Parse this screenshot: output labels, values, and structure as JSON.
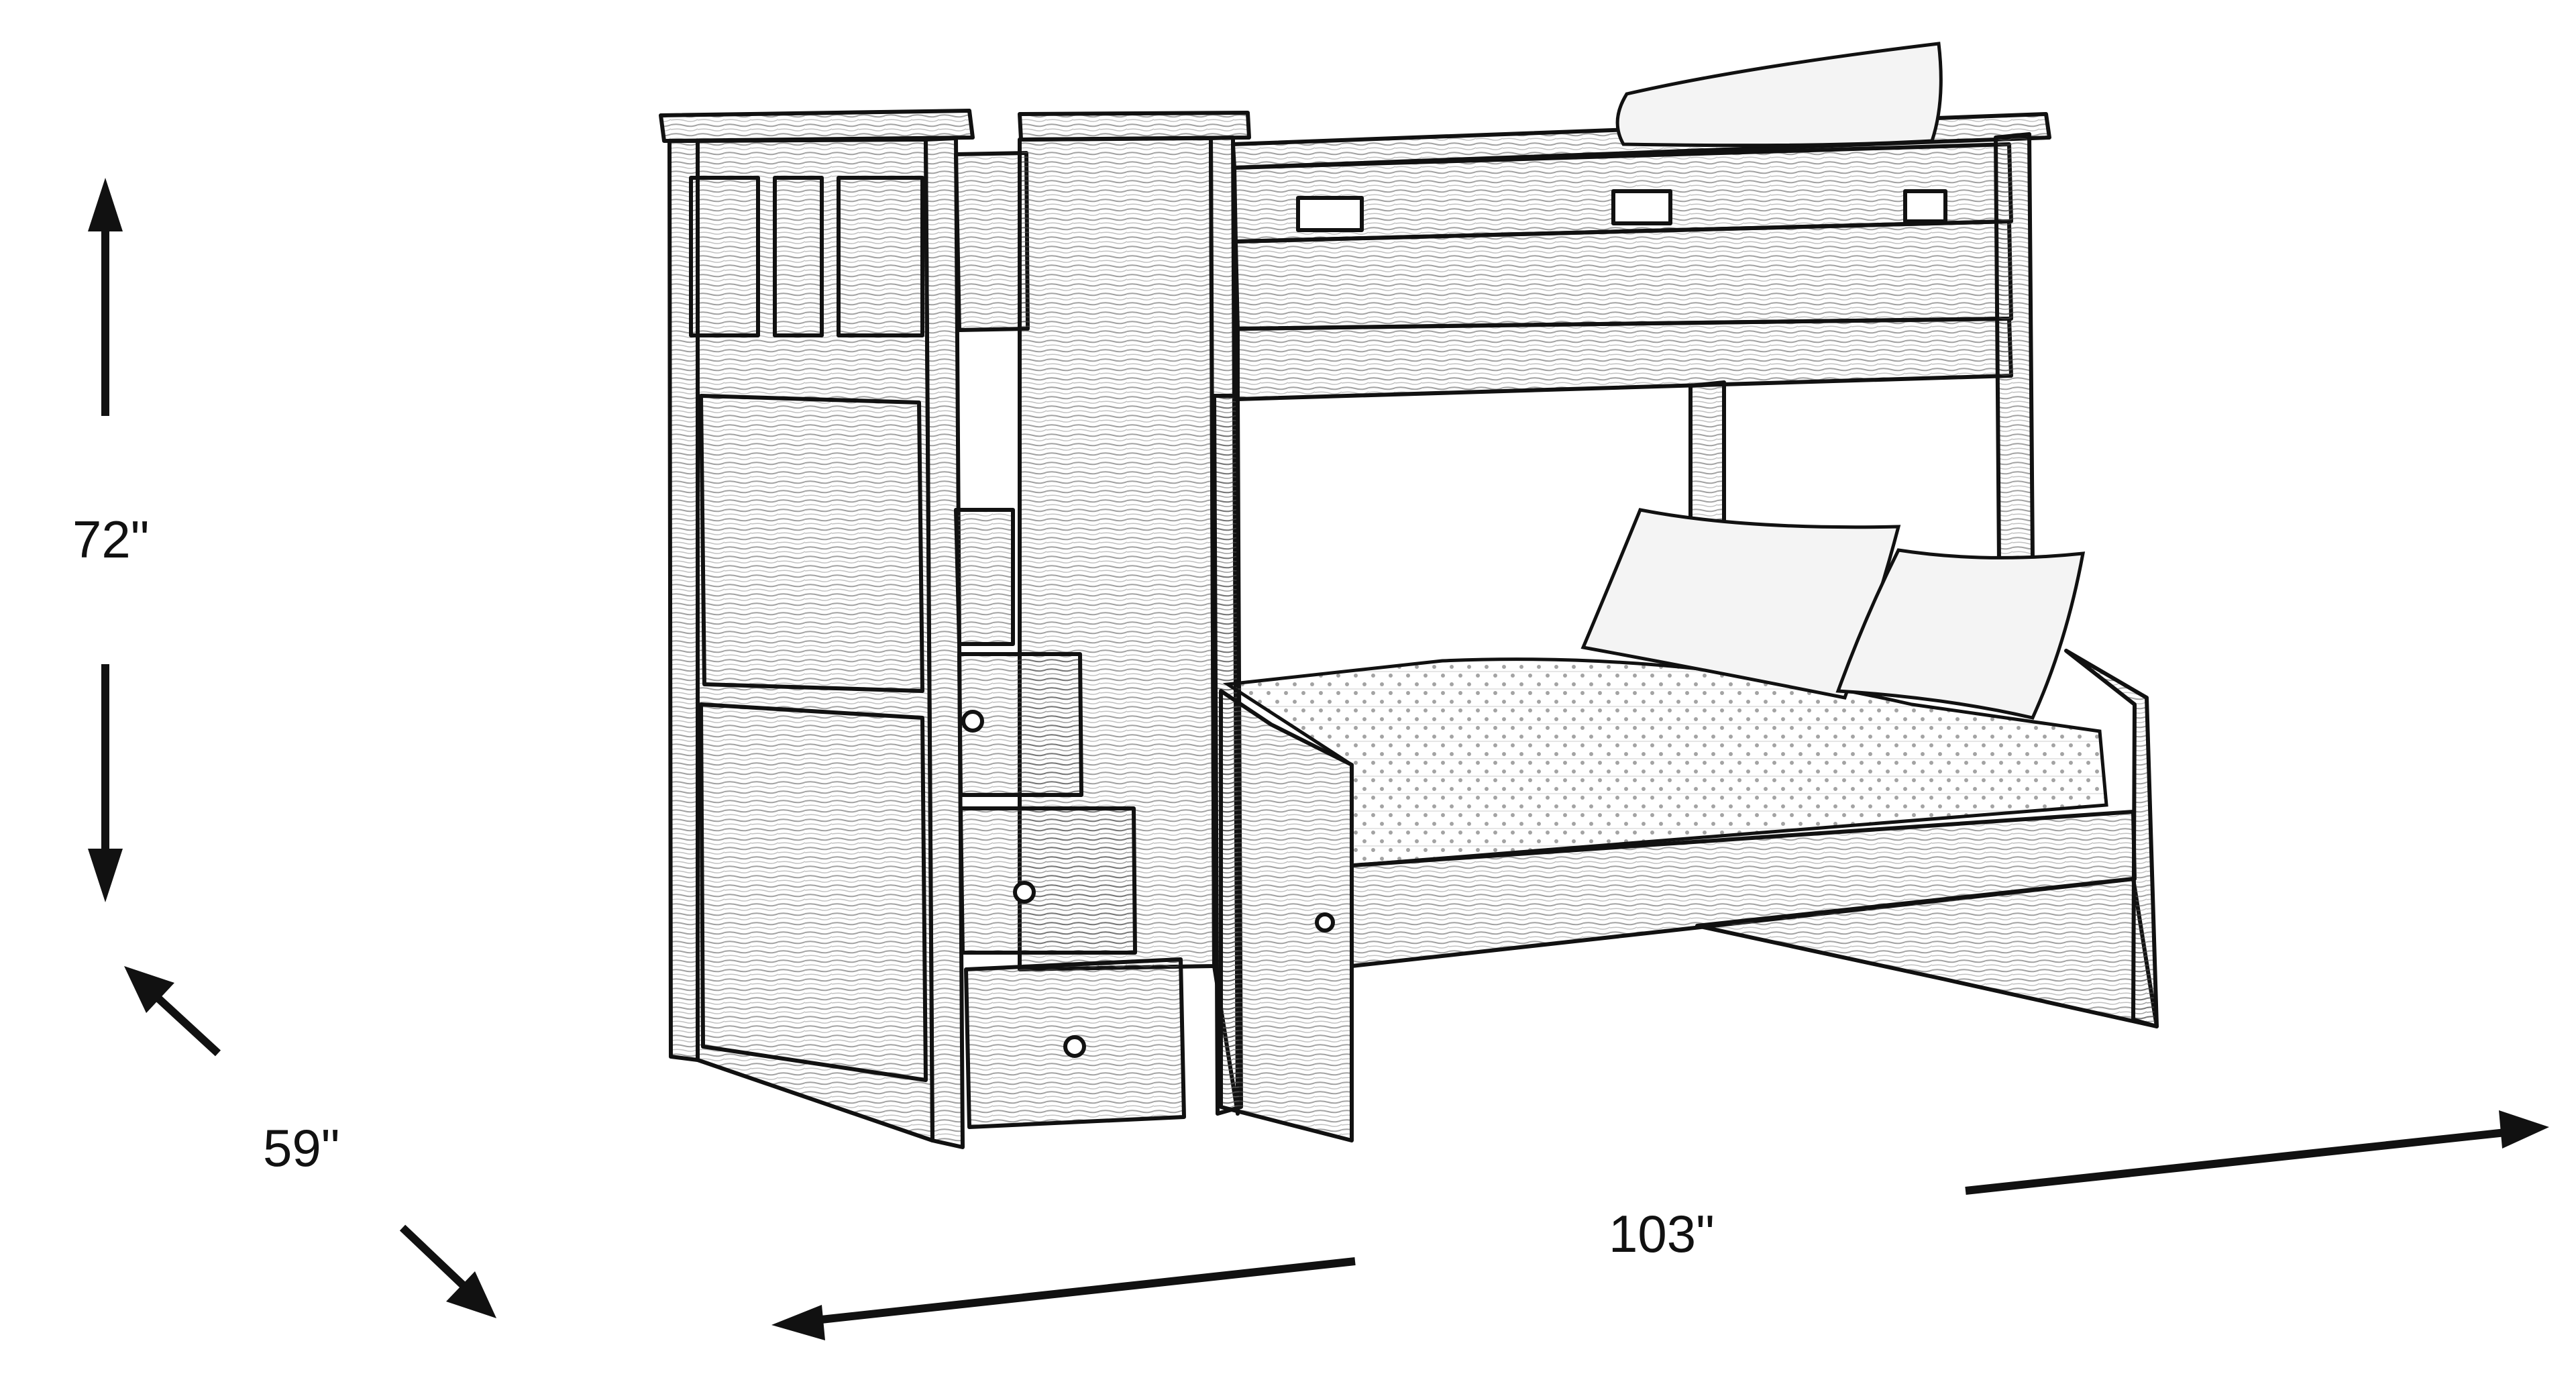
{
  "diagram": {
    "subject": "Stair bunk bed (twin over full) line drawing with dimensions",
    "line_color": "#111111",
    "background": "#ffffff",
    "dimensions": {
      "height": {
        "label": "72\"",
        "value": 72,
        "unit": "in",
        "orientation": "vertical"
      },
      "depth": {
        "label": "59\"",
        "value": 59,
        "unit": "in",
        "orientation": "diagonal"
      },
      "width": {
        "label": "103\"",
        "value": 103,
        "unit": "in",
        "orientation": "diagonal"
      }
    },
    "parts": [
      "top-bunk-guardrail",
      "top-bunk-pillow",
      "stair-cabinet",
      "stair-drawers",
      "bottom-bunk-mattress",
      "bottom-bunk-pillows",
      "footboard"
    ]
  }
}
